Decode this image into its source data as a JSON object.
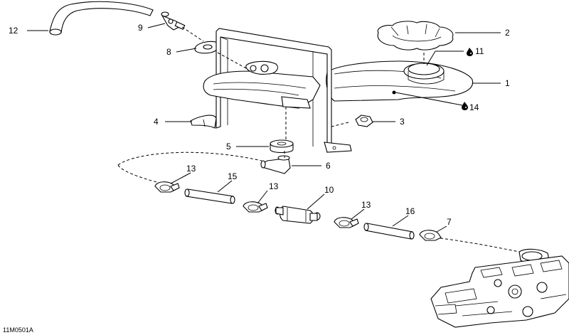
{
  "drawing_code": "11M0501A",
  "callouts": {
    "c1": "1",
    "c2": "2",
    "c3": "3",
    "c4": "4",
    "c5": "5",
    "c6": "6",
    "c7": "7",
    "c8": "8",
    "c9": "9",
    "c10": "10",
    "c11": "11",
    "c12": "12",
    "c13a": "13",
    "c13b": "13",
    "c13c": "13",
    "c14": "14",
    "c15": "15",
    "c16": "16"
  },
  "icons": {
    "drop": "oil-drop-icon"
  }
}
